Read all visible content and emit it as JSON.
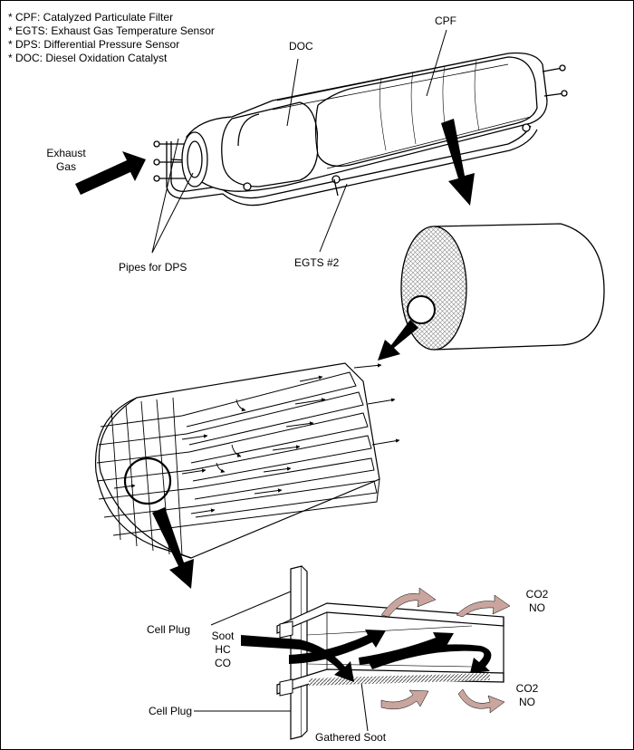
{
  "legend": [
    "* CPF: Catalyzed Particulate Filter",
    "* EGTS: Exhaust Gas Temperature Sensor",
    "* DPS: Differential Pressure Sensor",
    "* DOC: Diesel Oxidation Catalyst"
  ],
  "labels": {
    "doc": "DOC",
    "cpf": "CPF",
    "exhaust_line1": "Exhaust",
    "exhaust_line2": "Gas",
    "pipes_for_dps": "Pipes for DPS",
    "egts2": "EGTS #2",
    "cell_plug_top": "Cell Plug",
    "cell_plug_bottom": "Cell Plug",
    "soot": "Soot",
    "hc": "HC",
    "co": "CO",
    "co2_top": "CO2",
    "no_top": "NO",
    "co2_bottom": "CO2",
    "no_bottom": "NO",
    "gathered_soot": "Gathered Soot"
  },
  "colors": {
    "line": "#000000",
    "arrow_black": "#000000",
    "arrow_mauve": "#c9a59e",
    "hatch": "#777777"
  }
}
